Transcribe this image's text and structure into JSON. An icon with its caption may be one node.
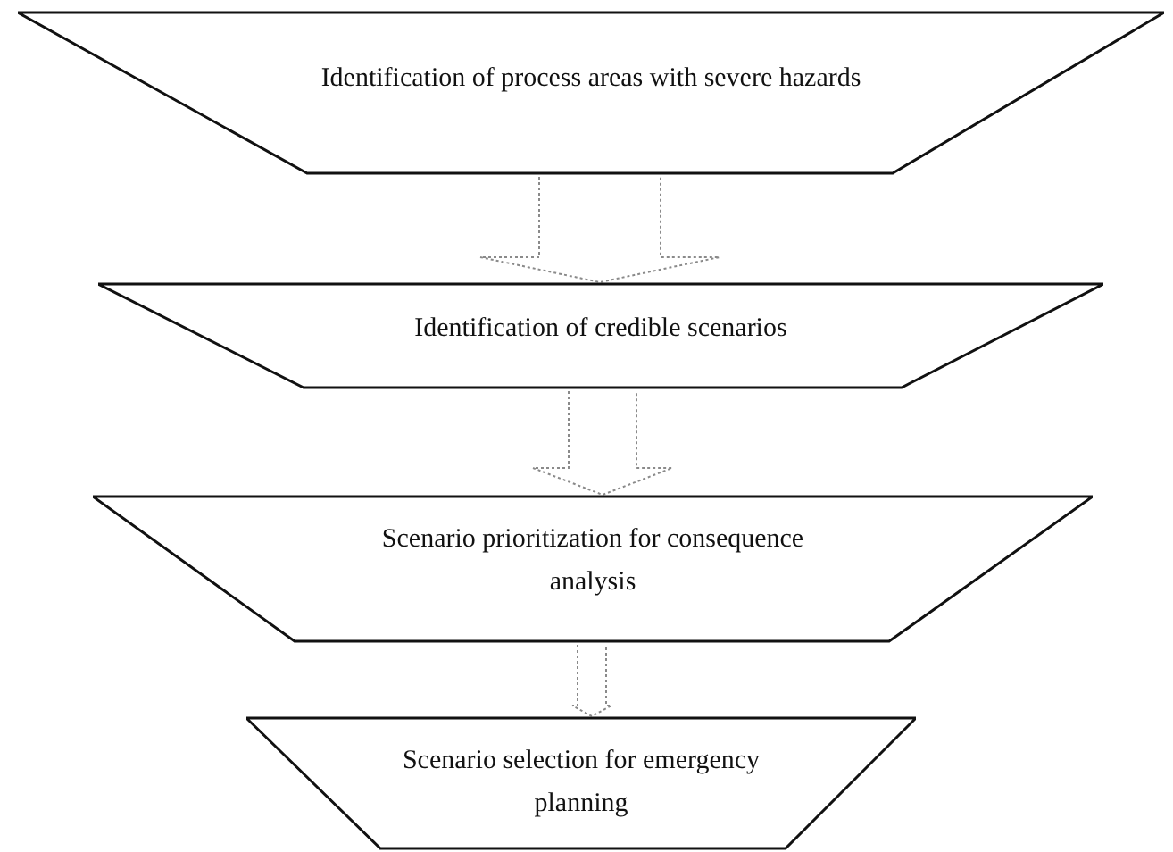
{
  "diagram": {
    "nodes": [
      {
        "text": [
          "Identification of process areas with severe hazards"
        ]
      },
      {
        "text": [
          "Identification of credible scenarios"
        ]
      },
      {
        "text": [
          "Scenario prioritization for consequence analysis"
        ]
      },
      {
        "text": [
          "Scenario selection for emergency planning"
        ]
      }
    ],
    "edges": [
      {
        "from": 0,
        "to": 1,
        "arrow": "to",
        "style": "dashed"
      },
      {
        "from": 1,
        "to": 2,
        "arrow": "to",
        "style": "dashed"
      },
      {
        "from": 2,
        "to": 3,
        "arrow": "to",
        "style": "dashed"
      }
    ]
  }
}
